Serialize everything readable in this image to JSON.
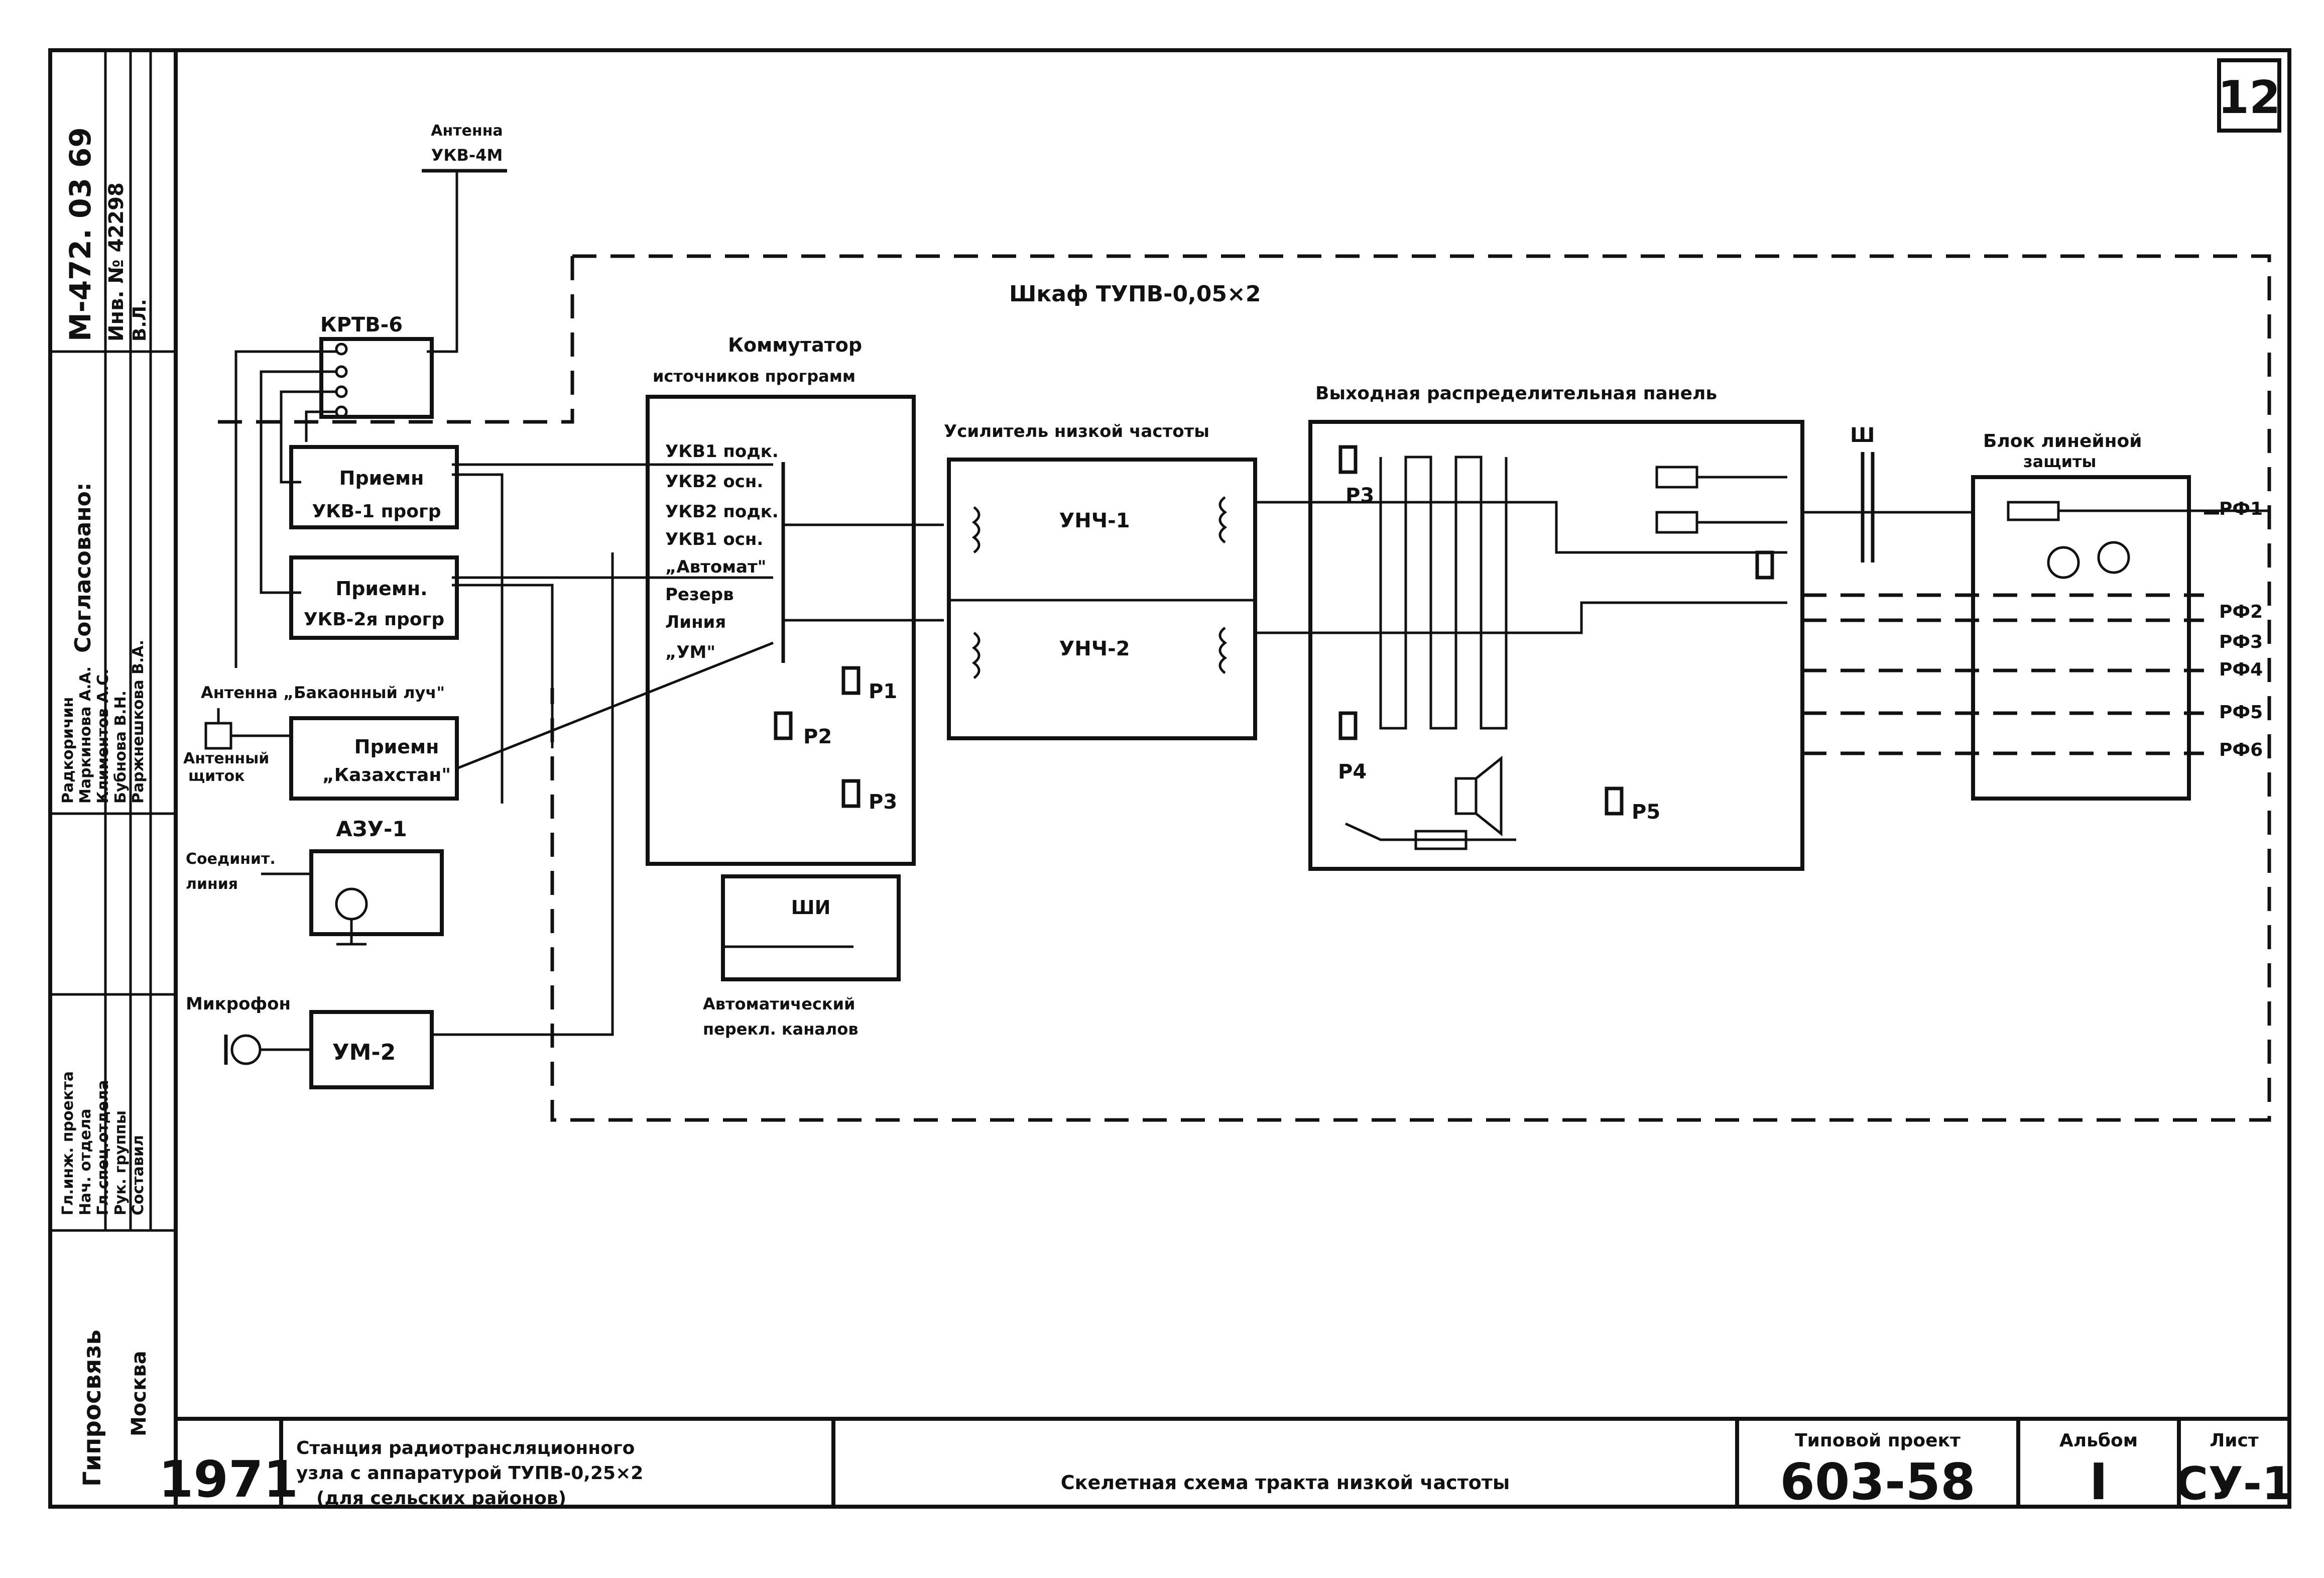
{
  "page_number": "12",
  "cabinet_title": "Шкаф ТУПВ-0,05×2",
  "antenna": {
    "title": "Антенна",
    "model": "УКВ-4М"
  },
  "krtv": "КРТВ-6",
  "receivers": [
    {
      "line1": "Приемн",
      "line2": "УКВ-1 прогр"
    },
    {
      "line1": "Приемн.",
      "line2": "УКВ-2я прогр"
    },
    {
      "line1": "Приемн",
      "line2": "„Казахстан\""
    }
  ],
  "antenna_wave": "Антенна „Бакаонный луч\"",
  "antenna_panel": [
    "Антенный",
    "щиток"
  ],
  "azu": "АЗУ-1",
  "conn_line": [
    "Соединит.",
    "линия"
  ],
  "microphone": "Микрофон",
  "um2": "УМ-2",
  "commutator": {
    "title": "Коммутатор",
    "subtitle": "источников программ"
  },
  "switch_positions": [
    "УКВ1 подк.",
    "УКВ2 осн.",
    "УКВ2 подк.",
    "УКВ1 осн.",
    "„Автомат\"",
    "Резерв",
    "Линия",
    "„УМ\""
  ],
  "relays": {
    "p1": "Р1",
    "p2": "Р2",
    "p3": "Р3",
    "p3b": "Р3",
    "p4": "Р4",
    "p5": "Р5"
  },
  "auto_switch": {
    "label": "ШИ",
    "title1": "Автоматический",
    "title2": "перекл. каналов"
  },
  "amplifier": {
    "title": "Усилитель низкой частоты",
    "unit1": "УНЧ-1",
    "unit2": "УНЧ-2"
  },
  "output_panel": "Выходная распределительная панель",
  "sh_label": "Ш",
  "protection": {
    "line1": "Блок линейной",
    "line2": "защиты"
  },
  "outputs": [
    "РФ1",
    "РФ2",
    "РФ3",
    "РФ4",
    "РФ5",
    "РФ6"
  ],
  "stamp_left": {
    "signatures_header": "Согласовано:",
    "roles": [
      "Гл.инж. проекта",
      "Нач. отдела",
      "Гл.спец.отдела",
      "Рук. группы",
      "Составил"
    ],
    "names": [
      "Радкоричин",
      "Маркинова А.А.",
      "Климентов А.С.",
      "Бубнова В.Н.",
      "Раржнешкова В.А."
    ],
    "doc_code": "М-472. 03 69",
    "inv": "Инв. № 42298",
    "sheet_code": "В.Л.",
    "org": "Гипросвязь",
    "city": "Москва"
  },
  "title_block": {
    "year": "1971",
    "station": [
      "Станция радиотрансляционного",
      "узла с аппаратурой ТУПВ-0,25×2",
      "(для сельских районов)"
    ],
    "drawing": "Скелетная схема тракта низкой частоты",
    "project_label": "Типовой проект",
    "project_number": "603-58",
    "album_label": "Альбом",
    "album_number": "I",
    "sheet_label": "Лист",
    "sheet_number": "СУ-1"
  }
}
